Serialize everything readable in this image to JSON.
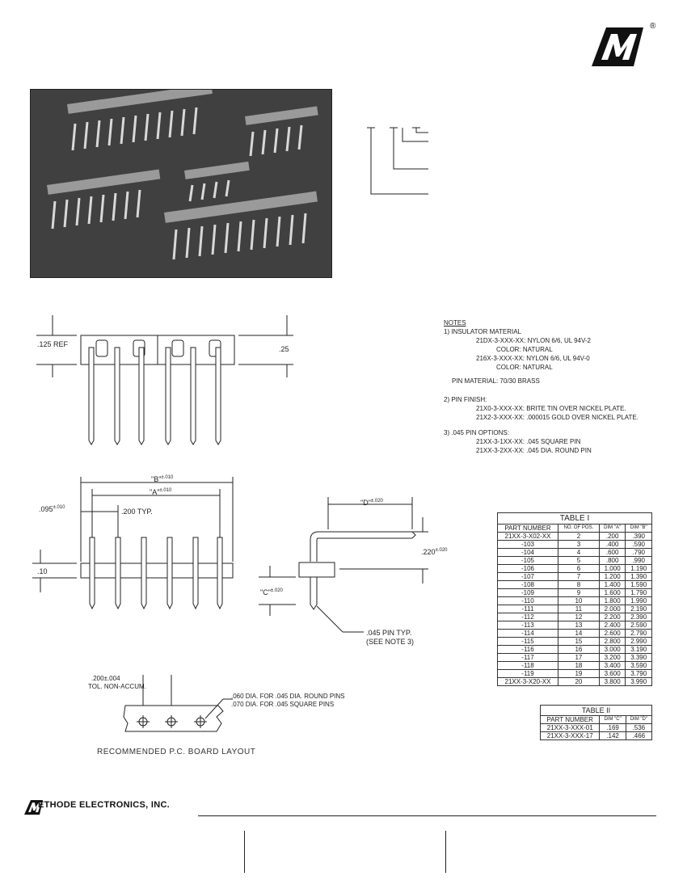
{
  "logo": {
    "registered_mark": "®"
  },
  "notes": {
    "heading": "NOTES",
    "n1_title": "1) INSULATOR MATERIAL",
    "n1_a_pn": "21DX-3-XXX-XX:",
    "n1_a_desc": "NYLON 6/6, UL 94V-2",
    "n1_a_color": "COLOR: NATURAL",
    "n1_b_pn": "216X-3-XXX-XX:",
    "n1_b_desc": "NYLON 6/6, UL 94V-0",
    "n1_b_color": "COLOR: NATURAL",
    "pin_material": "PIN MATERIAL: 70/30 BRASS",
    "n2_title": "2) PIN FINISH:",
    "n2_a": "21X0-3-XXX-XX: BRITE TIN OVER NICKEL PLATE.",
    "n2_b": "21X2-3-XXX-XX: .000015 GOLD OVER NICKEL PLATE.",
    "n3_title": "3) .045 PIN OPTIONS:",
    "n3_a": "21XX-3-1XX-XX: .045 SQUARE PIN",
    "n3_b": "21XX-3-2XX-XX: .045 DIA. ROUND PIN"
  },
  "drawing1": {
    "ref_label": ".125 REF",
    "dim_25": ".25"
  },
  "drawing2": {
    "dim_b": "\"B\"",
    "dim_b_tol": "±.010",
    "dim_a": "\"A\"",
    "dim_a_tol": "±.010",
    "dim_095": ".095",
    "dim_095_tol": "±.010",
    "pitch": ".200 TYP.",
    "dim_10": ".10"
  },
  "drawing3": {
    "dim_d": "\"D\"",
    "dim_d_tol": "±.020",
    "dim_220": ".220",
    "dim_220_tol": "±.020",
    "dim_c": "\"C\"",
    "dim_c_tol": "±.020",
    "pin_note1": ".045 PIN TYP.",
    "pin_note2": "(SEE NOTE 3)"
  },
  "pcb": {
    "tol1": ".200±.004",
    "tol2": "TOL. NON-ACCUM.",
    "hole1": ".060 DIA. FOR .045 DIA. ROUND PINS",
    "hole2": ".070 DIA. FOR .045 SQUARE PINS",
    "caption": "RECOMMENDED P.C. BOARD LAYOUT"
  },
  "table1": {
    "title": "TABLE I",
    "headers": [
      "PART NUMBER",
      "NO. OF POS.",
      "DIM \"A\"",
      "DIM \"B\""
    ],
    "rows": [
      [
        "21XX-3-X02-XX",
        "2",
        ".200",
        ".390"
      ],
      [
        "-103",
        "3",
        ".400",
        ".590"
      ],
      [
        "-104",
        "4",
        ".600",
        ".790"
      ],
      [
        "-105",
        "5",
        ".800",
        ".990"
      ],
      [
        "-106",
        "6",
        "1.000",
        "1.190"
      ],
      [
        "-107",
        "7",
        "1.200",
        "1.390"
      ],
      [
        "-108",
        "8",
        "1.400",
        "1.590"
      ],
      [
        "-109",
        "9",
        "1.600",
        "1.790"
      ],
      [
        "-110",
        "10",
        "1.800",
        "1.990"
      ],
      [
        "-111",
        "11",
        "2.000",
        "2.190"
      ],
      [
        "-112",
        "12",
        "2.200",
        "2.390"
      ],
      [
        "-113",
        "13",
        "2.400",
        "2.590"
      ],
      [
        "-114",
        "14",
        "2.600",
        "2.790"
      ],
      [
        "-115",
        "15",
        "2.800",
        "2.990"
      ],
      [
        "-116",
        "16",
        "3.000",
        "3.190"
      ],
      [
        "-117",
        "17",
        "3.200",
        "3.390"
      ],
      [
        "-118",
        "18",
        "3.400",
        "3.590"
      ],
      [
        "-119",
        "19",
        "3.600",
        "3.790"
      ],
      [
        "21XX-3-X20-XX",
        "20",
        "3.800",
        "3.990"
      ]
    ]
  },
  "table2": {
    "title": "TABLE II",
    "headers": [
      "PART NUMBER",
      "DIM \"C\"",
      "DIM \"D\""
    ],
    "rows": [
      [
        "21XX-3-XXX-01",
        ".169",
        ".536"
      ],
      [
        "21XX-3-XXX-17",
        ".142",
        ".466"
      ]
    ]
  },
  "footer": {
    "company": "ETHODE ELECTRONICS, INC."
  }
}
